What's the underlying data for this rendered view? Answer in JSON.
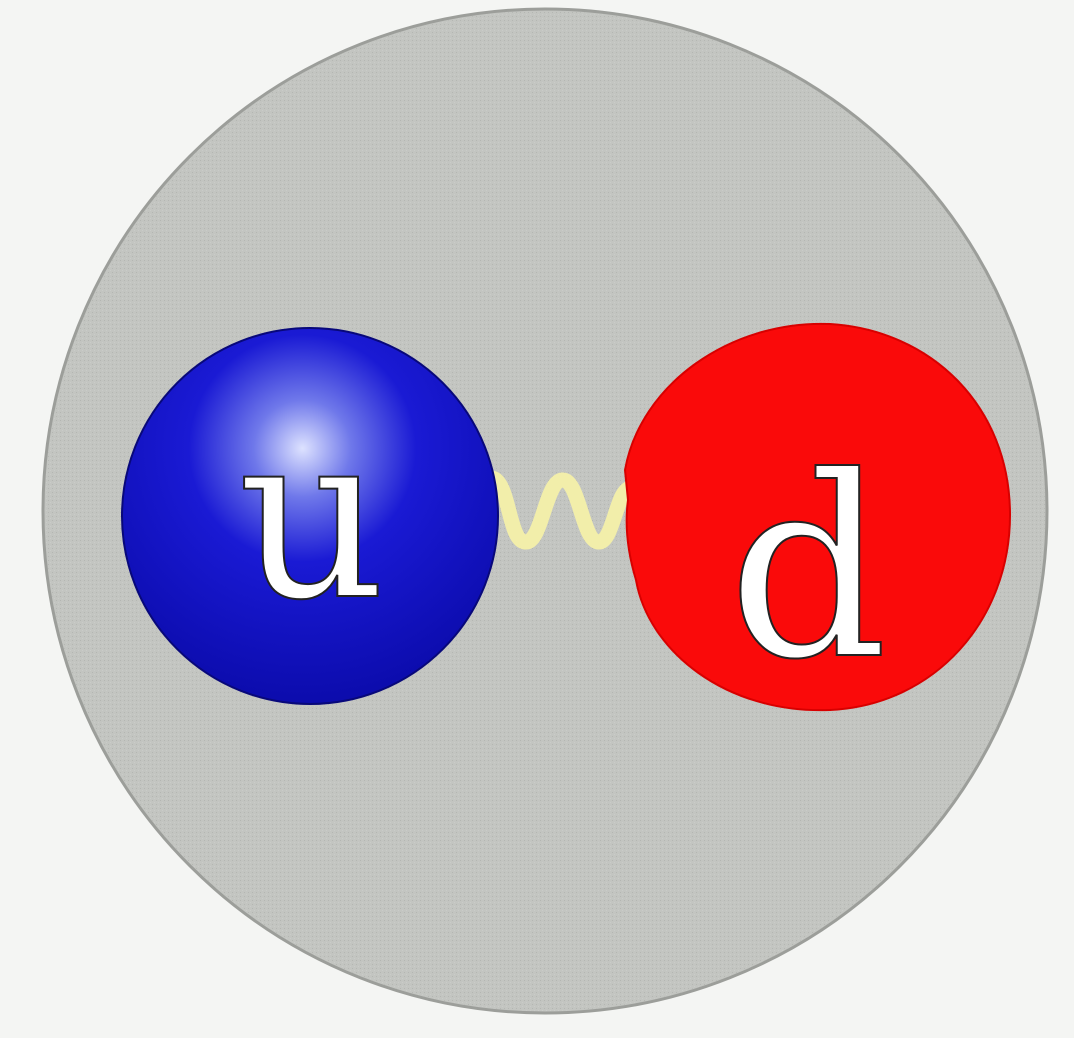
{
  "diagram": {
    "colors": {
      "background": "#f4f5f3",
      "hadron": "#c3c5c1",
      "hadron_edge": "#9c9e9a",
      "gluon": "#f2eeaa",
      "label": "#ffffff"
    },
    "quarks": [
      {
        "id": "up",
        "label": "u",
        "color": "#1a1ad4",
        "highlight": "#dde2ff"
      },
      {
        "id": "down",
        "label": "d",
        "color": "#fa0a0a",
        "highlight": "#ff0000"
      }
    ],
    "gluon": {
      "icon": "spring-wave-icon"
    }
  }
}
